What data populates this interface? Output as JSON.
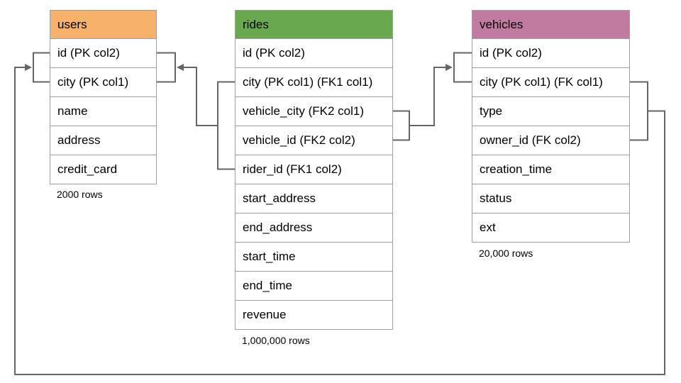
{
  "tables": {
    "users": {
      "title": "users",
      "header_color": "#f6b26b",
      "columns": [
        "id (PK col2)",
        "city (PK col1)",
        "name",
        "address",
        "credit_card"
      ],
      "row_count": "2000 rows"
    },
    "rides": {
      "title": "rides",
      "header_color": "#6aa84f",
      "columns": [
        "id (PK col2)",
        "city (PK col1) (FK1 col1)",
        "vehicle_city (FK2 col1)",
        "vehicle_id (FK2 col2)",
        "rider_id (FK1 col2)",
        "start_address",
        "end_address",
        "start_time",
        "end_time",
        "revenue"
      ],
      "row_count": "1,000,000 rows"
    },
    "vehicles": {
      "title": "vehicles",
      "header_color": "#c27ba0",
      "columns": [
        "id (PK col2)",
        "city (PK col1) (FK col1)",
        "type",
        "owner_id (FK col2)",
        "creation_time",
        "status",
        "ext"
      ],
      "row_count": "20,000 rows"
    }
  },
  "connectors": {
    "color": "#666666",
    "relationships": [
      {
        "name": "rides-to-users",
        "from": "rides (city, rider_id)",
        "to": "users (id, city)"
      },
      {
        "name": "rides-to-vehicles",
        "from": "rides (vehicle_city, vehicle_id)",
        "to": "vehicles (id, city)"
      },
      {
        "name": "vehicles-to-users",
        "from": "vehicles (city, owner_id)",
        "to": "users (id, city)"
      }
    ]
  }
}
